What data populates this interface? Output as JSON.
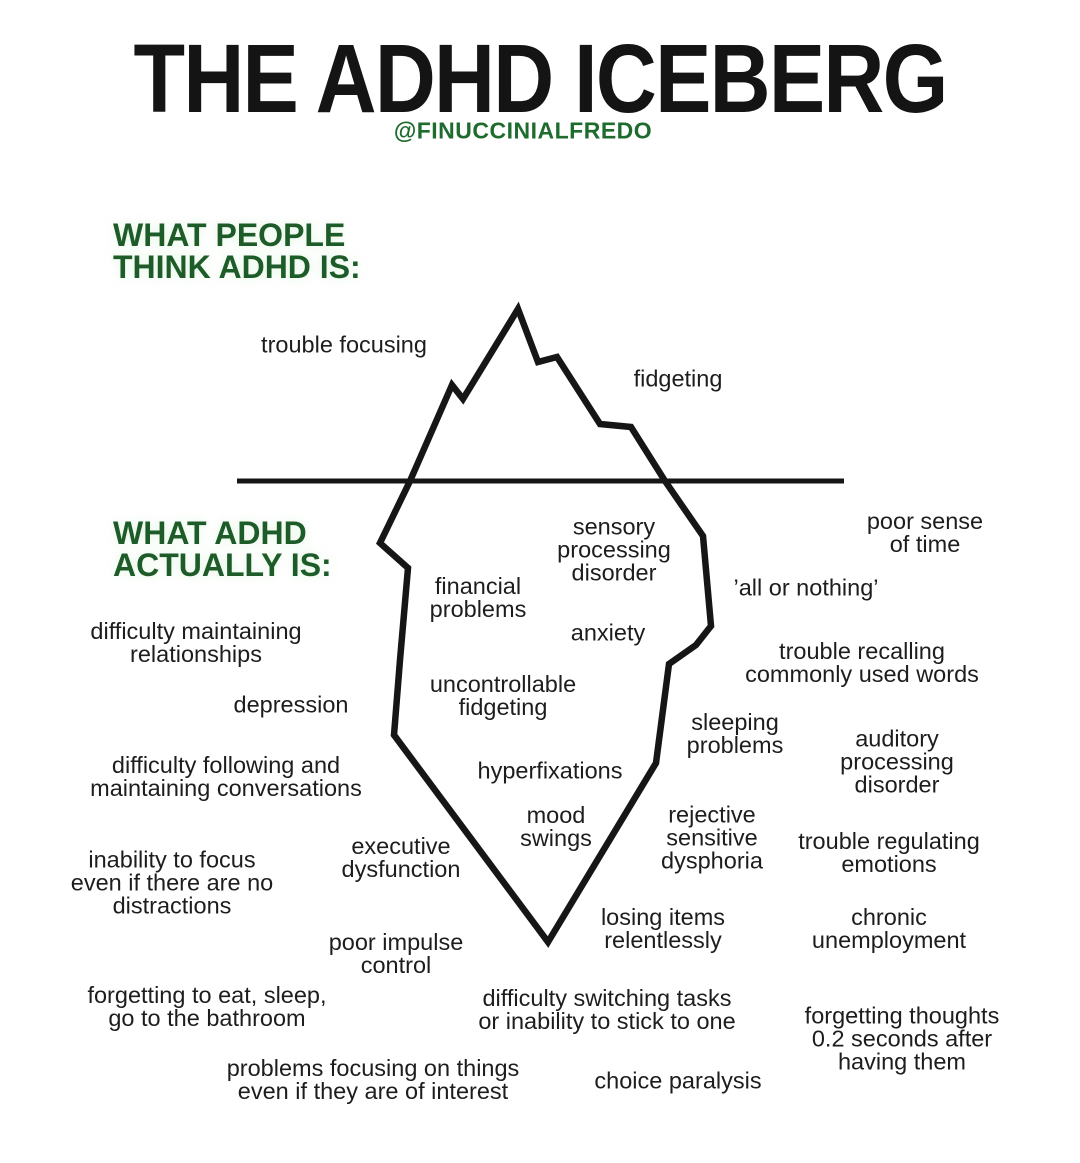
{
  "title": "THE ADHD ICEBERG",
  "credit": "@FINUCCINIALFREDO",
  "colors": {
    "heading_green": "#1d5b28",
    "credit_green": "#1e6b2e",
    "text_ink": "#1d1d1d",
    "line_black": "#161616",
    "background": "#ffffff"
  },
  "headings": {
    "above_water": "WHAT PEOPLE\nTHINK ADHD IS:",
    "below_water": "WHAT ADHD\nACTUALLY IS:"
  },
  "labels": {
    "above": [
      {
        "text": "trouble focusing"
      },
      {
        "text": "fidgeting"
      }
    ],
    "below": [
      {
        "text": "sensory\nprocessing\ndisorder"
      },
      {
        "text": "poor sense\nof time"
      },
      {
        "text": "’all or nothing’"
      },
      {
        "text": "financial\nproblems"
      },
      {
        "text": "anxiety"
      },
      {
        "text": "trouble recalling\ncommonly used words"
      },
      {
        "text": "difficulty maintaining\nrelationships"
      },
      {
        "text": "uncontrollable\nfidgeting"
      },
      {
        "text": "depression"
      },
      {
        "text": "sleeping\nproblems"
      },
      {
        "text": "auditory\nprocessing\ndisorder"
      },
      {
        "text": "difficulty following and\nmaintaining conversations"
      },
      {
        "text": "hyperfixations"
      },
      {
        "text": "mood\nswings"
      },
      {
        "text": "rejective\nsensitive\ndysphoria"
      },
      {
        "text": "trouble regulating\nemotions"
      },
      {
        "text": "executive\ndysfunction"
      },
      {
        "text": "inability to focus\neven if there are no\ndistractions"
      },
      {
        "text": "losing items\nrelentlessly"
      },
      {
        "text": "chronic\nunemployment"
      },
      {
        "text": "poor impulse\ncontrol"
      },
      {
        "text": "forgetting to eat, sleep,\ngo to the bathroom"
      },
      {
        "text": "difficulty switching tasks\nor inability to stick to one"
      },
      {
        "text": "forgetting thoughts\n0.2 seconds after\nhaving them"
      },
      {
        "text": "problems focusing on things\neven if they are of interest"
      },
      {
        "text": "choice paralysis"
      }
    ]
  }
}
